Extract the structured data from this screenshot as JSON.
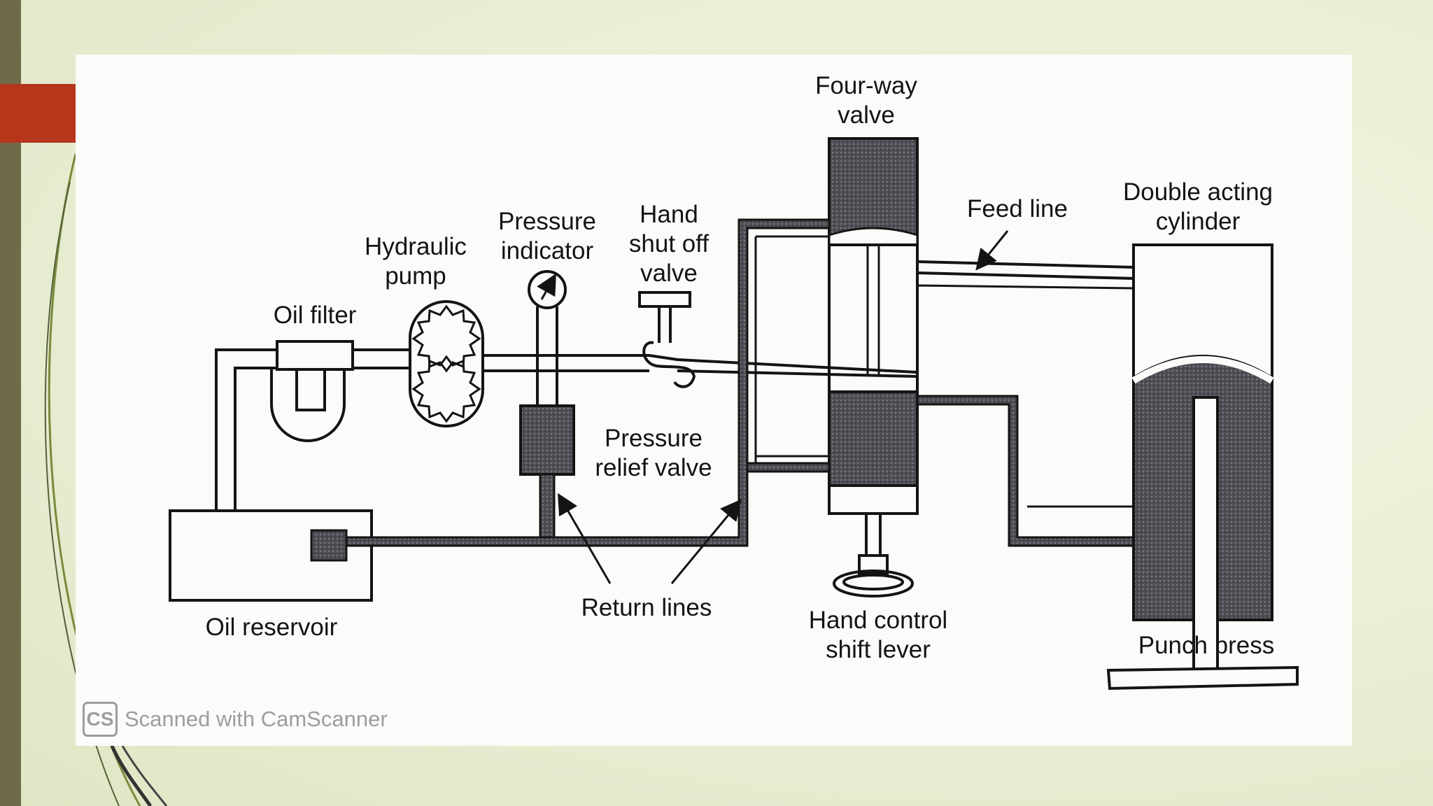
{
  "labels": {
    "oil_filter": "Oil filter",
    "hydraulic_pump_1": "Hydraulic",
    "hydraulic_pump_2": "pump",
    "pressure_indicator_1": "Pressure",
    "pressure_indicator_2": "indicator",
    "hand_shutoff_1": "Hand",
    "hand_shutoff_2": "shut off",
    "hand_shutoff_3": "valve",
    "four_way_1": "Four-way",
    "four_way_2": "valve",
    "feed_line": "Feed line",
    "double_acting_1": "Double acting",
    "double_acting_2": "cylinder",
    "pressure_relief_1": "Pressure",
    "pressure_relief_2": "relief valve",
    "return_lines": "Return lines",
    "oil_reservoir": "Oil reservoir",
    "hand_control_1": "Hand control",
    "hand_control_2": "shift lever",
    "punch_press": "Punch press"
  },
  "watermark": {
    "logo": "CS",
    "text": "Scanned with CamScanner"
  },
  "colors": {
    "accent_red": "#b5361a",
    "side_bar": "#6f6b4a",
    "ink": "#141414",
    "dark_fill": "#4f4f55"
  }
}
